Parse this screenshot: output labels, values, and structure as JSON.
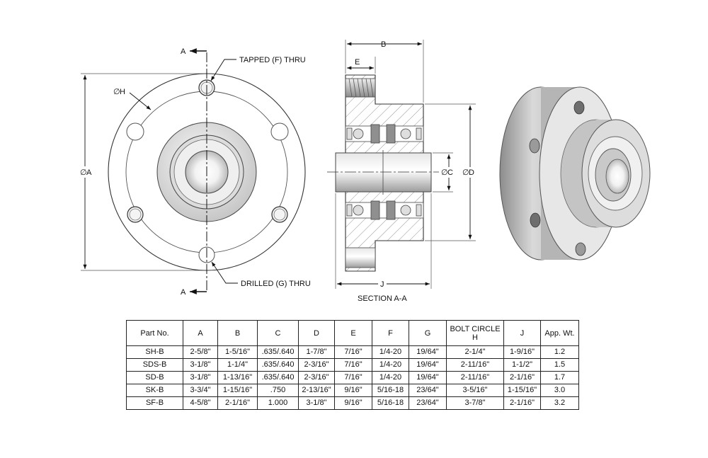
{
  "labels": {
    "section_top": "A",
    "section_bottom": "A",
    "tapped": "TAPPED (F) THRU",
    "drilled": "DRILLED (G) THRU",
    "dim_h": "H",
    "dim_a": "A",
    "dim_b": "B",
    "dim_e": "E",
    "dim_c": "C",
    "dim_d": "D",
    "dim_j": "J",
    "section_caption": "SECTION A-A",
    "diameter_symbol": "∅"
  },
  "table": {
    "headers": [
      "Part No.",
      "A",
      "B",
      "C",
      "D",
      "E",
      "F",
      "G",
      "BOLT CIRCLE",
      "J",
      "App. Wt."
    ],
    "header_h_sub": "H",
    "rows": [
      [
        "SH-B",
        "2-5/8\"",
        "1-5/16\"",
        ".635/.640",
        "1-7/8\"",
        "7/16\"",
        "1/4-20",
        "19/64\"",
        "2-1/4\"",
        "1-9/16\"",
        "1.2"
      ],
      [
        "SDS-B",
        "3-1/8\"",
        "1-1/4\"",
        ".635/.640",
        "2-3/16\"",
        "7/16\"",
        "1/4-20",
        "19/64\"",
        "2-11/16\"",
        "1-1/2\"",
        "1.5"
      ],
      [
        "SD-B",
        "3-1/8\"",
        "1-13/16\"",
        ".635/.640",
        "2-3/16\"",
        "7/16\"",
        "1/4-20",
        "19/64\"",
        "2-11/16\"",
        "2-1/16\"",
        "1.7"
      ],
      [
        "SK-B",
        "3-3/4\"",
        "1-15/16\"",
        ".750",
        "2-13/16\"",
        "9/16\"",
        "5/16-18",
        "23/64\"",
        "3-5/16\"",
        "1-15/16\"",
        "3.0"
      ],
      [
        "SF-B",
        "4-5/8\"",
        "2-1/16\"",
        "1.000",
        "3-1/8\"",
        "9/16\"",
        "5/16-18",
        "23/64\"",
        "3-7/8\"",
        "2-1/16\"",
        "3.2"
      ]
    ]
  }
}
